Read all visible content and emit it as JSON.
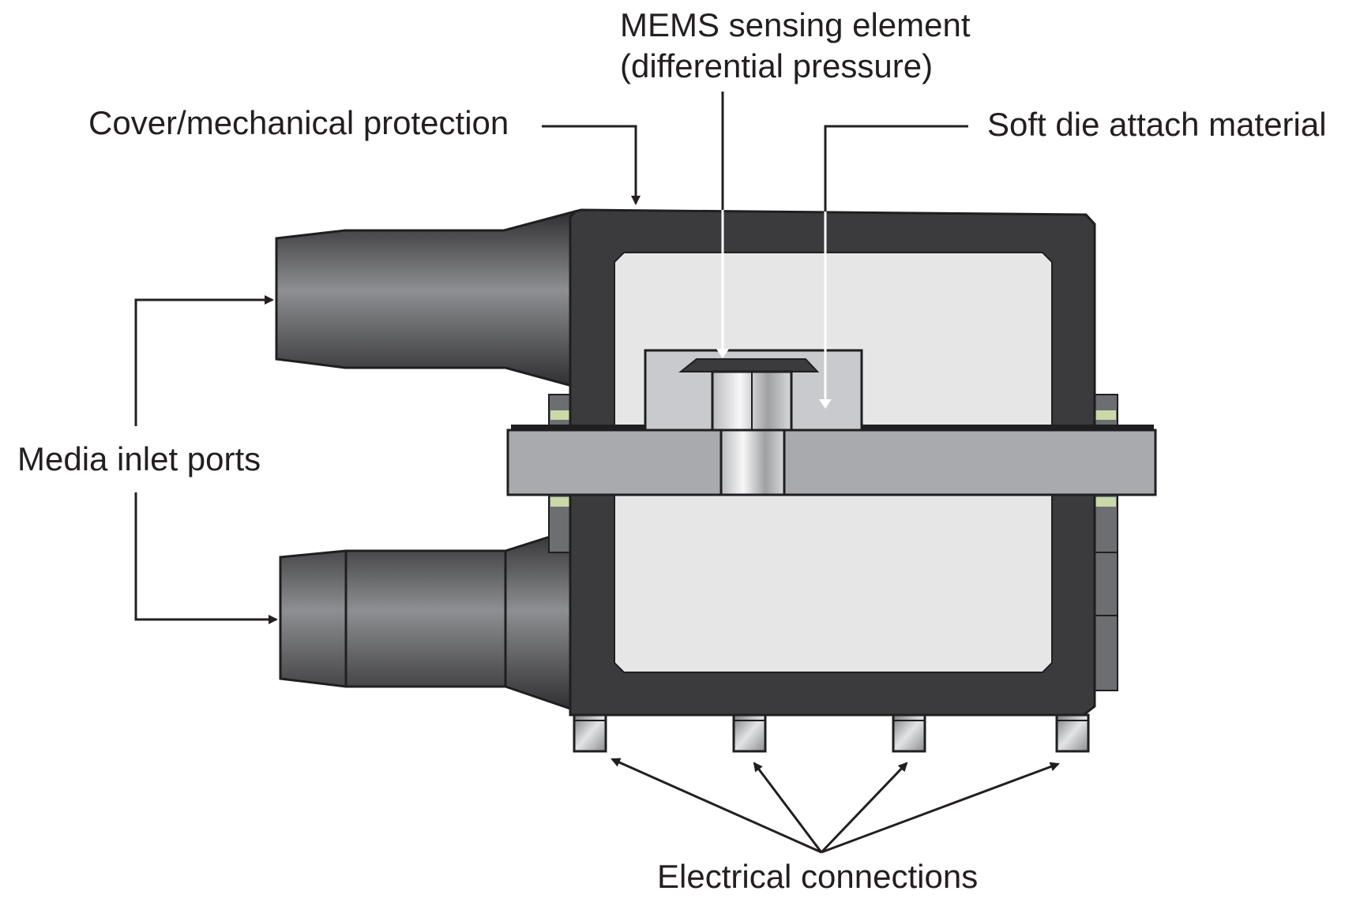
{
  "labels": {
    "mems_line1": "MEMS sensing element",
    "mems_line2": "(differential pressure)",
    "cover": "Cover/mechanical protection",
    "soft_die": "Soft die attach material",
    "media_ports": "Media inlet ports",
    "electrical": "Electrical connections"
  },
  "colors": {
    "housing": "#3b3b3d",
    "cavity": "#e6e6e7",
    "substrate": "#a9aaae",
    "die": "#c9cacd",
    "leader": "#231f20",
    "accent": "#c9d9a8"
  }
}
